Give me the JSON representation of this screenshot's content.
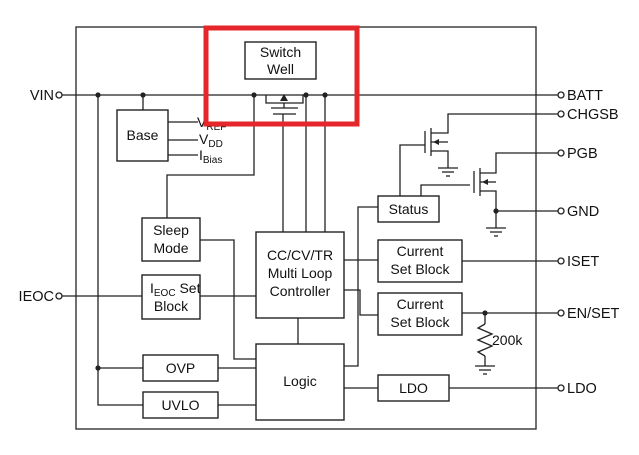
{
  "pins": {
    "vin": "VIN",
    "ieoc": "IEOC",
    "batt": "BATT",
    "chgsb": "CHGSB",
    "pgb": "PGB",
    "gnd": "GND",
    "iset": "ISET",
    "en_set": "EN/SET",
    "ldo": "LDO"
  },
  "blocks": {
    "switch_well": [
      "Switch",
      "Well"
    ],
    "base": "Base",
    "vref": {
      "main": "V",
      "sub": "REF"
    },
    "vdd": {
      "main": "V",
      "sub": "DD"
    },
    "ibias": {
      "main": "I",
      "sub": "Bias"
    },
    "sleep_mode": [
      "Sleep",
      "Mode"
    ],
    "ieoc_set": {
      "main": "I",
      "sub": "EOC",
      "rest": " Set",
      "line2": "Block"
    },
    "controller": [
      "CC/CV/TR",
      "Multi Loop",
      "Controller"
    ],
    "status": "Status",
    "current_set_1": [
      "Current",
      "Set Block"
    ],
    "current_set_2": [
      "Current",
      "Set Block"
    ],
    "ovp": "OVP",
    "uvlo": "UVLO",
    "logic": "Logic",
    "ldo_block": "LDO"
  },
  "resistor": "200k",
  "colors": {
    "highlight": "#e5262a",
    "line": "#222222",
    "background": "#ffffff"
  }
}
